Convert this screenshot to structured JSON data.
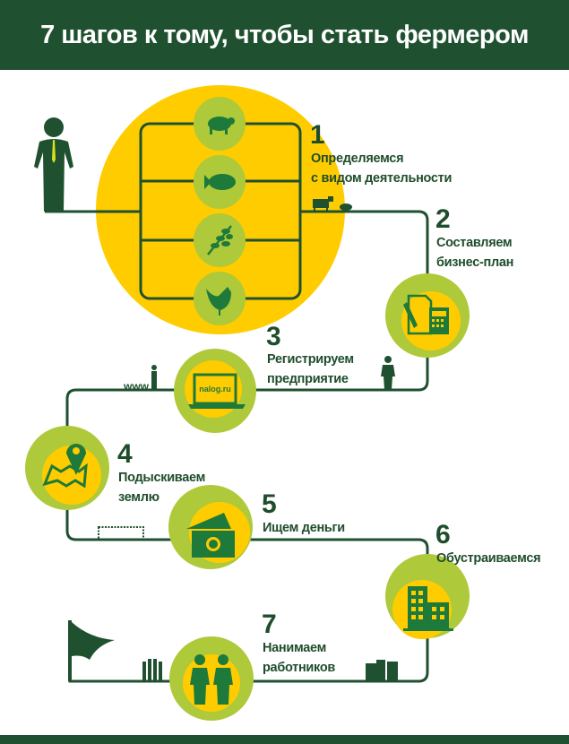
{
  "header": {
    "title": "7 шагов к тому, чтобы стать фермером"
  },
  "colors": {
    "header": "#1f5130",
    "yellow": "#ffcc00",
    "light_green": "#aec93a",
    "icon_green": "#1e7a3a",
    "text": "#1f4d2c"
  },
  "steps": [
    {
      "number": "1",
      "line1": "Определяемся",
      "line2": "с видом деятельности",
      "icons": [
        "pig-icon",
        "fish-icon",
        "wheat-icon",
        "chicken-icon"
      ]
    },
    {
      "number": "2",
      "line1": "Составляем",
      "line2": "бизнес-план",
      "icon": "document-calculator-icon"
    },
    {
      "number": "3",
      "line1": "Регистрируем",
      "line2": "предприятие",
      "icon": "laptop-icon",
      "screen_text": "nalog.ru",
      "www": "www"
    },
    {
      "number": "4",
      "line1": "Подыскиваем",
      "line2": "землю",
      "icon": "map-pin-icon"
    },
    {
      "number": "5",
      "line1": "Ищем деньги",
      "icon": "money-icon"
    },
    {
      "number": "6",
      "line1": "Обустраиваемся",
      "icon": "building-icon"
    },
    {
      "number": "7",
      "line1": "Нанимаем",
      "line2": "работников",
      "icon": "people-icon"
    }
  ]
}
